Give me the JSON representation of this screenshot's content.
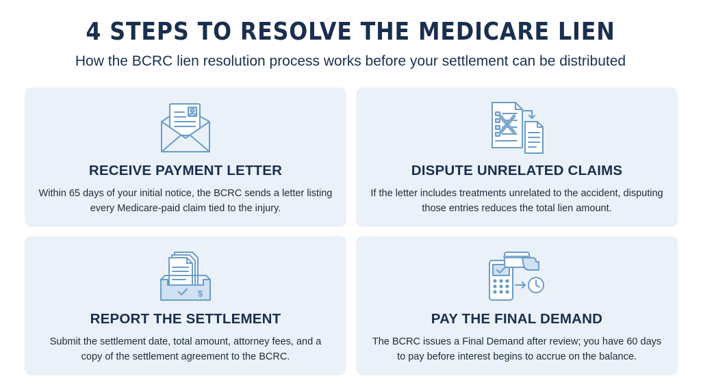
{
  "header": {
    "title": "4 STEPS TO RESOLVE THE MEDICARE LIEN",
    "subtitle": "How the BCRC lien resolution process works before your settlement can be distributed"
  },
  "colors": {
    "navy": "#1a2f4e",
    "card_background": "#eaf1f9",
    "icon_stroke": "#6b9cc9",
    "icon_fill": "#cfe1f2"
  },
  "steps": [
    {
      "icon": "envelope-letter-icon",
      "title": "RECEIVE PAYMENT LETTER",
      "description": "Within 65 days of your initial notice, the BCRC sends a letter listing every Medicare-paid claim tied to the injury."
    },
    {
      "icon": "crossed-document-icon",
      "title": "DISPUTE UNRELATED CLAIMS",
      "description": "If the letter includes treatments unrelated to the accident, disputing those entries reduces the total lien amount."
    },
    {
      "icon": "document-tray-icon",
      "title": "REPORT THE SETTLEMENT",
      "description": "Submit the settlement date, total amount, attorney fees, and a copy of the settlement agreement to the BCRC."
    },
    {
      "icon": "card-payment-terminal-icon",
      "title": "PAY THE FINAL DEMAND",
      "description": "The BCRC issues a Final Demand after review; you have 60 days to pay before interest begins to accrue on the balance."
    }
  ]
}
